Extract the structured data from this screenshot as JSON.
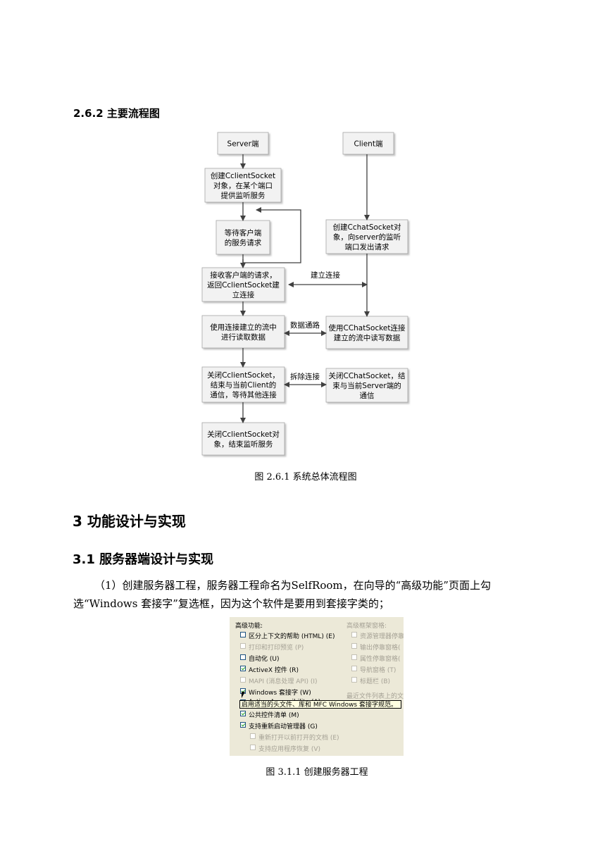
{
  "section_262": {
    "title": "2.6.2 主要流程图"
  },
  "flowchart": {
    "server_start": "Server端",
    "client_start": "Client端",
    "s1": [
      "创建CclientSocket",
      "对象，在某个端口",
      "提供监听服务"
    ],
    "s2": [
      "等待客户端",
      "的服务请求"
    ],
    "s3": [
      "接收客户端的请求，",
      "返回CclientSocket建",
      "立连接"
    ],
    "s4": [
      "使用连接建立的流中",
      "进行读取数据"
    ],
    "s5": [
      "关闭CclientSocket，",
      "结束与当前Client的",
      "通信，等待其他连接"
    ],
    "s6": [
      "关闭CclientSocket对",
      "象，结束监听服务"
    ],
    "c1": [
      "创建CchatSocket对",
      "象，向server的监听",
      "端口发出请求"
    ],
    "c2": [
      "使用CChatSocket连接",
      "建立的流中读写数据"
    ],
    "c3": [
      "关闭CChatSocket，结",
      "束与当前Server端的",
      "通信"
    ],
    "edge_connect": "建立连接",
    "edge_data": "数据通路",
    "edge_close": "拆除连接"
  },
  "figure_261_caption": "图 2.6.1 系统总体流程图",
  "section_3": {
    "title": "3 功能设计与实现"
  },
  "section_31": {
    "title": "3.1 服务器端设计与实现"
  },
  "paragraph_1": "（1）创建服务器工程，服务器工程命名为SelfRoom，在向导的“高级功能”页面上勾选“Windows 套接字”复选框，因为这个软件是要用到套接字类的；",
  "wizard": {
    "left_title": "高级功能:",
    "right_title": "高级框架窗格:",
    "left_items": [
      {
        "label": "区分上下文的帮助 (HTML) (E)",
        "checked": false,
        "enabled": true
      },
      {
        "label": "打印和打印预览 (P)",
        "checked": false,
        "enabled": false
      },
      {
        "label": "自动化 (U)",
        "checked": false,
        "enabled": true
      },
      {
        "label": "ActiveX 控件 (R)",
        "checked": true,
        "enabled": true
      },
      {
        "label": "MAPI (消息处理 API) (I)",
        "checked": false,
        "enabled": false
      },
      {
        "label": "Windows 套接字 (W)",
        "checked": true,
        "enabled": true
      },
      {
        "label": "Active Accessibility (A)",
        "checked": false,
        "enabled": true
      },
      {
        "label": "公共控件清单 (M)",
        "checked": true,
        "enabled": true
      },
      {
        "label": "支持重新启动管理器 (G)",
        "checked": true,
        "enabled": true
      }
    ],
    "sub_items": [
      {
        "label": "重新打开以前打开的文档 (E)"
      },
      {
        "label": "支持应用程序恢复 (V)"
      }
    ],
    "right_items": [
      {
        "label": "资源管理器停靠"
      },
      {
        "label": "输出停靠窗格("
      },
      {
        "label": "属性停靠窗格("
      },
      {
        "label": "导航窗格 (T)"
      },
      {
        "label": "标题栏 (B)"
      }
    ],
    "right_note": "最近文件列表上的文",
    "tooltip": "启用适当的头文件、库和 MFC Windows 套接字规范。"
  },
  "figure_311_caption": "图 3.1.1 创建服务器工程"
}
